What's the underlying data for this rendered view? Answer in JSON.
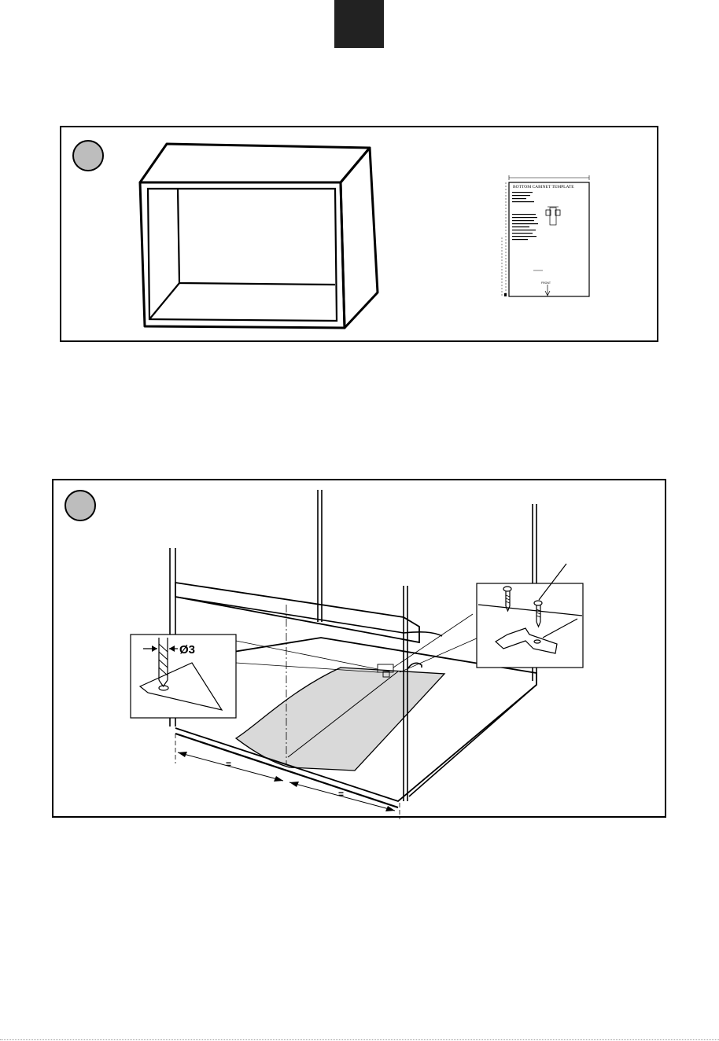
{
  "page": {
    "tab_color": "#222222",
    "step_circle_color": "#bdbdbd"
  },
  "figure1": {
    "template_sheet": {
      "heading": "BOTTOM CABINET TEMPLATE",
      "front_label": "FRONT"
    }
  },
  "figure2": {
    "drill_detail": {
      "diameter_label": "Ø3"
    },
    "dimension_marks": {
      "left_equal": "=",
      "right_equal": "="
    }
  }
}
